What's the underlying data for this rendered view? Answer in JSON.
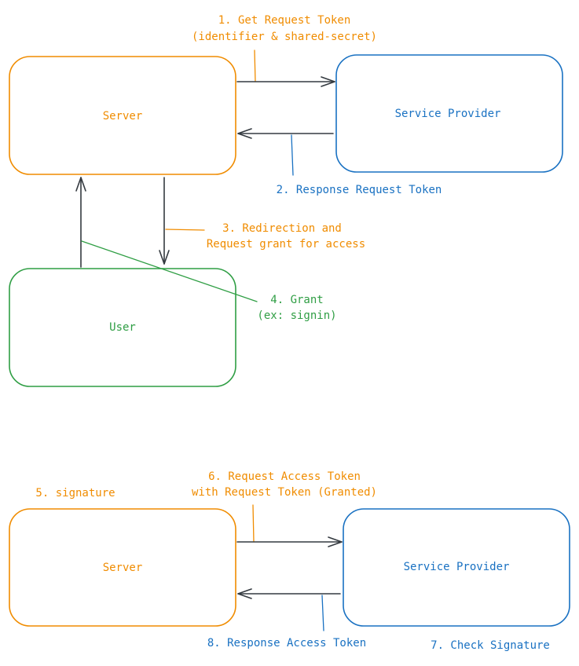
{
  "colors": {
    "server": "#f08c00",
    "provider": "#1971c2",
    "user": "#2f9e44",
    "arrow": "#343a40"
  },
  "phase1": {
    "server_label": "Server",
    "provider_label": "Service Provider",
    "user_label": "User",
    "step1": [
      "1. Get Request Token",
      "(identifier & shared-secret)"
    ],
    "step2": "2. Response Request Token",
    "step3": [
      "3. Redirection and",
      "Request grant for access"
    ],
    "step4": [
      "4. Grant",
      "(ex: signin)"
    ]
  },
  "phase2": {
    "server_label": "Server",
    "provider_label": "Service Provider",
    "step5": "5. signature",
    "step6": [
      "6. Request Access Token",
      "with Request Token (Granted)"
    ],
    "step7": "7. Check Signature",
    "step8": "8. Response Access Token"
  }
}
